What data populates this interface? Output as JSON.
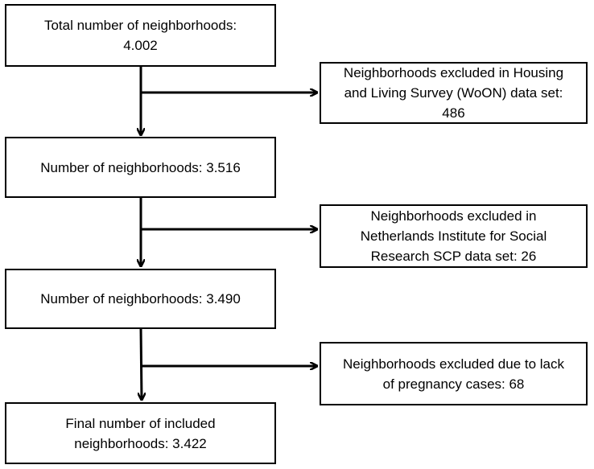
{
  "main_flow": [
    {
      "id": "total",
      "lines": [
        "Total number of neighborhoods:",
        "4.002"
      ]
    },
    {
      "id": "after-woon",
      "lines": [
        "Number of neighborhoods: 3.516"
      ]
    },
    {
      "id": "after-scp",
      "lines": [
        "Number of neighborhoods: 3.490"
      ]
    },
    {
      "id": "final",
      "lines": [
        "Final number of included",
        "neighborhoods: 3.422"
      ]
    }
  ],
  "exclusions": [
    {
      "id": "woon",
      "lines": [
        "Neighborhoods excluded in Housing",
        "and Living Survey (WoON) data set:",
        "486"
      ]
    },
    {
      "id": "scp",
      "lines": [
        "Neighborhoods excluded in",
        "Netherlands Institute for Social",
        "Research SCP data set: 26"
      ]
    },
    {
      "id": "pregnancy",
      "lines": [
        "Neighborhoods excluded due to lack",
        "of pregnancy cases: 68"
      ]
    }
  ],
  "colors": {
    "stroke": "#000000",
    "background": "#ffffff"
  }
}
